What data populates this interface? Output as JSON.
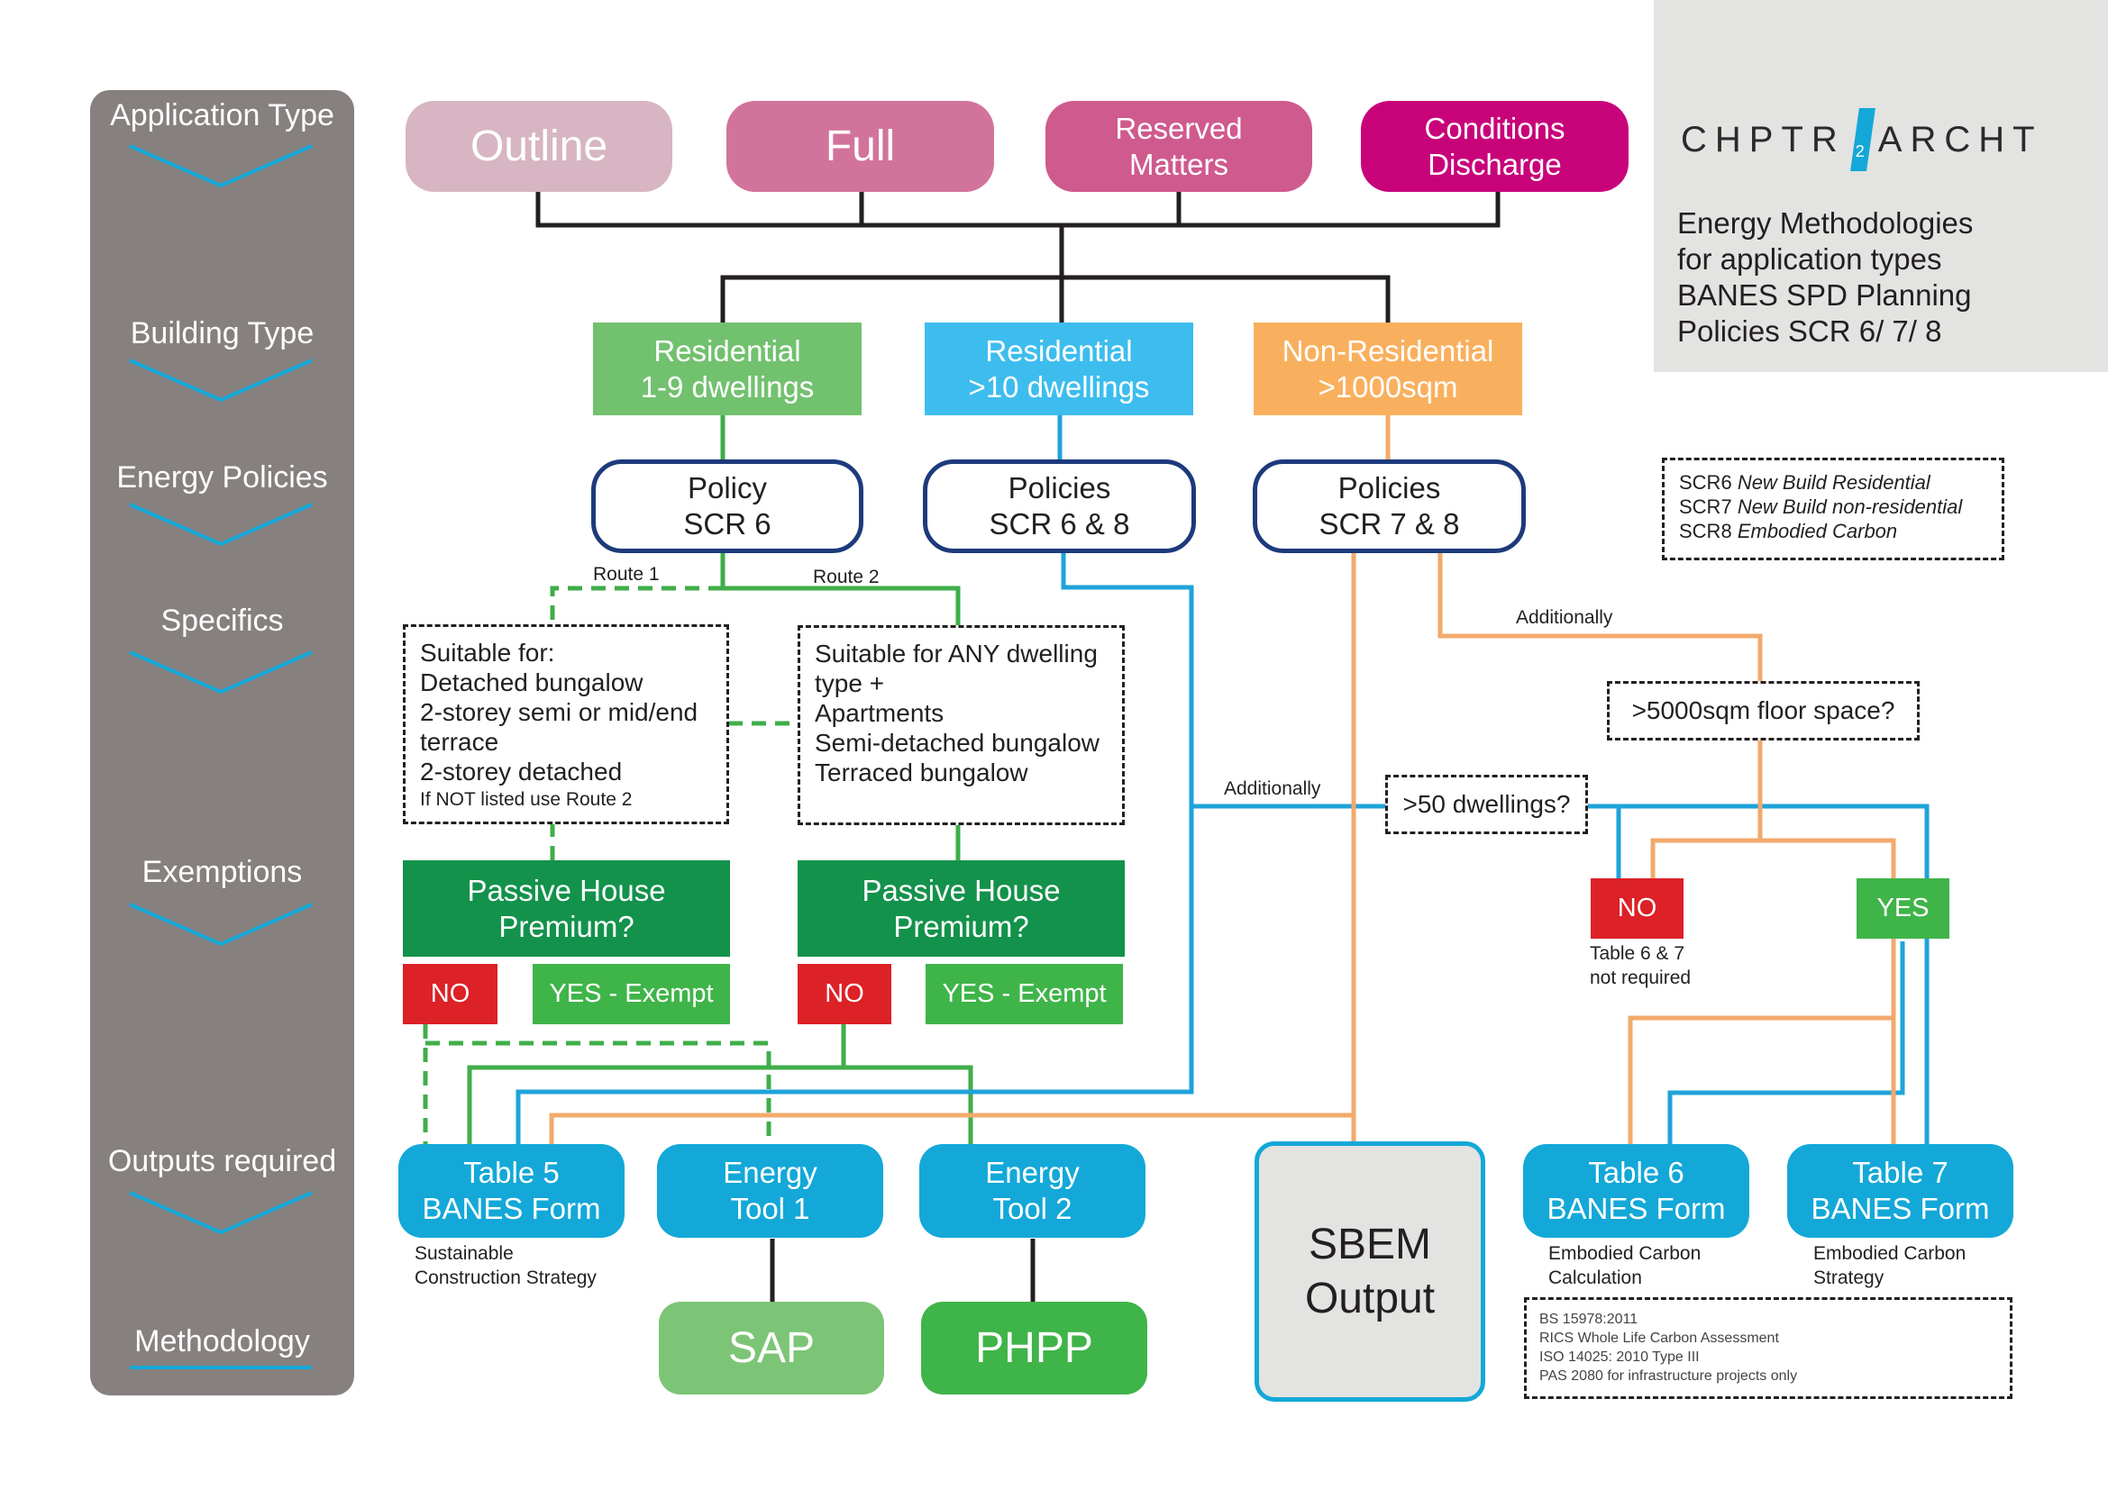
{
  "sidebar": {
    "labels": [
      "Application Type",
      "Building Type",
      "Energy Policies",
      "Specifics",
      "Exemptions",
      "Outputs required",
      "Methodology"
    ]
  },
  "application_types": [
    "Outline",
    "Full",
    "Reserved Matters",
    "Conditions Discharge"
  ],
  "brand": {
    "logo_left": "CHPTR",
    "logo_mid": "2",
    "logo_right": "ARCHT",
    "description": [
      "Energy Methodologies",
      "for application types",
      "BANES SPD Planning",
      "Policies SCR 6/ 7/ 8"
    ]
  },
  "building_types": [
    {
      "line1": "Residential",
      "line2": "1-9 dwellings"
    },
    {
      "line1": "Residential",
      "line2": ">10 dwellings"
    },
    {
      "line1": "Non-Residential",
      "line2": ">1000sqm"
    }
  ],
  "policies": [
    {
      "line1": "Policy",
      "line2": "SCR 6"
    },
    {
      "line1": "Policies",
      "line2": "SCR 6 & 8"
    },
    {
      "line1": "Policies",
      "line2": "SCR 7 & 8"
    }
  ],
  "legend": {
    "items": [
      {
        "code": "SCR6",
        "desc": "New Build Residential"
      },
      {
        "code": "SCR7",
        "desc": "New Build non-residential"
      },
      {
        "code": "SCR8",
        "desc": "Embodied Carbon"
      }
    ]
  },
  "routes": {
    "route1": "Route 1",
    "route2": "Route 2"
  },
  "specifics": {
    "route1": [
      "Suitable for:",
      "Detached bungalow",
      "2-storey semi or mid/end",
      "terrace",
      "2-storey detached"
    ],
    "route1_note": "If NOT listed use Route 2",
    "route2": [
      "Suitable for ANY dwelling",
      "type +",
      "Apartments",
      "Semi-detached bungalow",
      "Terraced bungalow"
    ]
  },
  "additionally": "Additionally",
  "questions": {
    "floor_space": ">5000sqm floor space?",
    "dwellings": ">50 dwellings?"
  },
  "exemptions": {
    "passive_house": {
      "line1": "Passive House",
      "line2": "Premium?"
    },
    "no": "NO",
    "yes_exempt": "YES - Exempt"
  },
  "decision": {
    "no": "NO",
    "yes": "YES",
    "no_note": [
      "Table 6 & 7",
      "not required"
    ]
  },
  "outputs": {
    "table5": {
      "line1": "Table 5",
      "line2": "BANES Form",
      "note": [
        "Sustainable",
        "Construction Strategy"
      ]
    },
    "energy_tool1": {
      "line1": "Energy",
      "line2": "Tool 1"
    },
    "energy_tool2": {
      "line1": "Energy",
      "line2": "Tool 2"
    },
    "sbem": {
      "line1": "SBEM",
      "line2": "Output"
    },
    "table6": {
      "line1": "Table 6",
      "line2": "BANES Form",
      "note": [
        "Embodied Carbon",
        "Calculation"
      ]
    },
    "table7": {
      "line1": "Table 7",
      "line2": "BANES Form",
      "note": [
        "Embodied Carbon",
        "Strategy"
      ]
    }
  },
  "methodology": {
    "sap": "SAP",
    "phpp": "PHPP"
  },
  "standards": [
    "BS 15978:2011",
    "RICS Whole Life Carbon Assessment",
    "ISO 14025: 2010 Type III",
    "PAS 2080 for infrastructure projects only"
  ],
  "colors": {
    "sidebar": "#86807f",
    "outline": "#d7b5c2",
    "full": "#d2739b",
    "reserved": "#cf5a8e",
    "conditions": "#c8037a",
    "res_small": "#72c16f",
    "res_large": "#3dbdee",
    "non_res": "#f9b05e",
    "policy_border": "#1d3a7b",
    "passive": "#13924b",
    "no": "#dc2127",
    "yes": "#3fb449",
    "output": "#13a8d8",
    "sap": "#7cc576",
    "phpp": "#3fb449",
    "sbem_fill": "#e3e3e1",
    "green_line": "#3fae49",
    "blue_line": "#1fa3da",
    "orange_line": "#f2aa6c",
    "black_line": "#231f20"
  }
}
